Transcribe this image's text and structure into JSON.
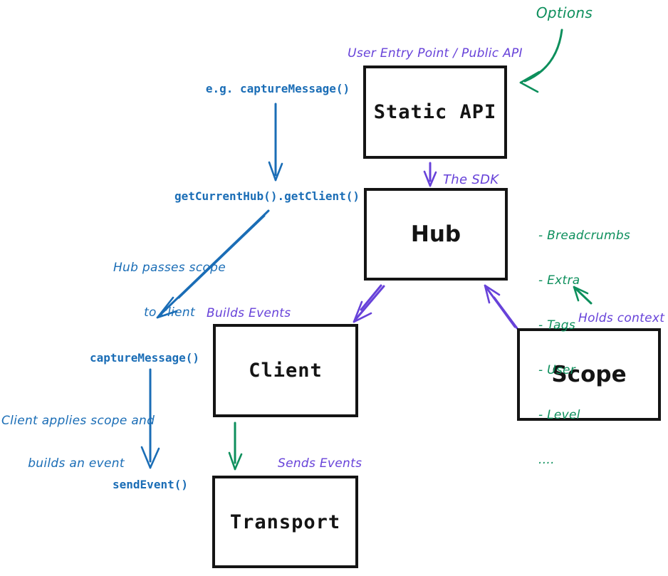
{
  "colors": {
    "blue": "#1a6db6",
    "purple": "#6742d9",
    "green": "#0d8f5c",
    "ink": "#141414",
    "background": "#ffffff"
  },
  "boxes": {
    "static_api": {
      "label": "Static API",
      "annotation": "User Entry Point / Public API"
    },
    "hub": {
      "label": "Hub",
      "annotation": "The SDK"
    },
    "client": {
      "label": "Client",
      "annotation": "Builds Events"
    },
    "scope": {
      "label": "Scope",
      "annotation": "Holds context"
    },
    "transport": {
      "label": "Transport",
      "annotation": "Sends Events"
    }
  },
  "notes": {
    "options": "Options",
    "eg_capture_message": "e.g. captureMessage()",
    "get_current_hub": "getCurrentHub().getClient()",
    "hub_passes_scope_line1": "Hub passes scope",
    "hub_passes_scope_line2": "to client",
    "capture_message": "captureMessage()",
    "client_applies_line1": "Client applies scope and",
    "client_applies_line2": "builds an event",
    "send_event": "sendEvent()",
    "scope_context_items": [
      "- Breadcrumbs",
      "- Extra",
      "- Tags",
      "- User",
      "- Level",
      "...."
    ]
  }
}
